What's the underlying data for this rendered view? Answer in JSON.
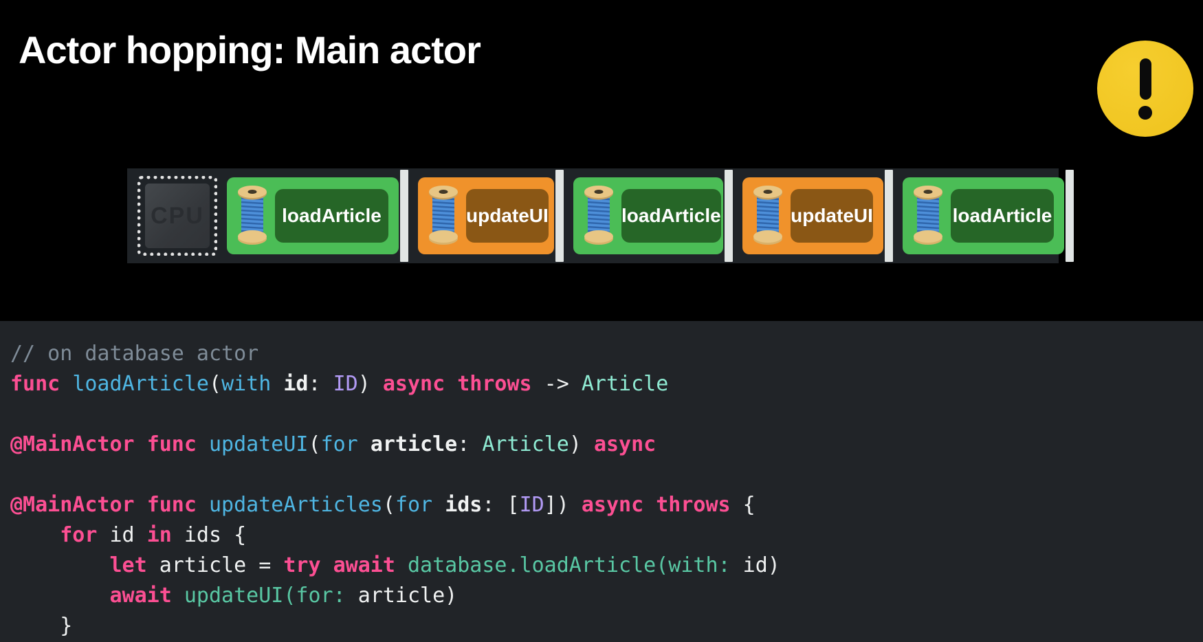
{
  "title": "Actor hopping: Main actor",
  "warning_icon": {
    "name": "exclamation-badge",
    "color": "#EFC31D"
  },
  "timeline": {
    "cpu_label": "CPU",
    "blocks": [
      {
        "label": "loadArticle",
        "variant": "green"
      },
      {
        "label": "updateUI",
        "variant": "orange"
      },
      {
        "label": "loadArticle",
        "variant": "green"
      },
      {
        "label": "updateUI",
        "variant": "orange"
      },
      {
        "label": "loadArticle",
        "variant": "green"
      }
    ],
    "colors": {
      "block_green": "#4BBD56",
      "pill_green": "#266627",
      "block_orange": "#F0922B",
      "pill_orange": "#8A5715",
      "divider": "#E1E5E4",
      "track_bg": "#1F2327",
      "accent_yellow": "#EFC31D"
    }
  },
  "code": {
    "colors": {
      "code_bg": "#212428",
      "keyword": "#FC4F93",
      "comment": "#7F8C98",
      "declaration": "#4FB6E3",
      "call": "#59C8A4",
      "type_purple": "#B29AF5",
      "type_mint": "#8FEBD3",
      "plain": "#F0F2F2"
    },
    "lines": [
      [
        {
          "t": "// on database actor",
          "c": "comment"
        }
      ],
      [
        {
          "t": "func",
          "c": "kw"
        },
        {
          "t": " ",
          "c": "plain"
        },
        {
          "t": "loadArticle",
          "c": "decl"
        },
        {
          "t": "(",
          "c": "plain"
        },
        {
          "t": "with",
          "c": "decl"
        },
        {
          "t": " ",
          "c": "plain"
        },
        {
          "t": "id",
          "c": "bold"
        },
        {
          "t": ": ",
          "c": "plain"
        },
        {
          "t": "ID",
          "c": "ptype"
        },
        {
          "t": ") ",
          "c": "plain"
        },
        {
          "t": "async",
          "c": "kw"
        },
        {
          "t": " ",
          "c": "plain"
        },
        {
          "t": "throws",
          "c": "kw"
        },
        {
          "t": " -> ",
          "c": "plain"
        },
        {
          "t": "Article",
          "c": "mtype"
        }
      ],
      [],
      [
        {
          "t": "@MainActor",
          "c": "kw"
        },
        {
          "t": " ",
          "c": "plain"
        },
        {
          "t": "func",
          "c": "kw"
        },
        {
          "t": " ",
          "c": "plain"
        },
        {
          "t": "updateUI",
          "c": "decl"
        },
        {
          "t": "(",
          "c": "plain"
        },
        {
          "t": "for",
          "c": "decl"
        },
        {
          "t": " ",
          "c": "plain"
        },
        {
          "t": "article",
          "c": "bold"
        },
        {
          "t": ": ",
          "c": "plain"
        },
        {
          "t": "Article",
          "c": "mtype"
        },
        {
          "t": ") ",
          "c": "plain"
        },
        {
          "t": "async",
          "c": "kw"
        }
      ],
      [],
      [
        {
          "t": "@MainActor",
          "c": "kw"
        },
        {
          "t": " ",
          "c": "plain"
        },
        {
          "t": "func",
          "c": "kw"
        },
        {
          "t": " ",
          "c": "plain"
        },
        {
          "t": "updateArticles",
          "c": "decl"
        },
        {
          "t": "(",
          "c": "plain"
        },
        {
          "t": "for",
          "c": "decl"
        },
        {
          "t": " ",
          "c": "plain"
        },
        {
          "t": "ids",
          "c": "bold"
        },
        {
          "t": ": [",
          "c": "plain"
        },
        {
          "t": "ID",
          "c": "ptype"
        },
        {
          "t": "]) ",
          "c": "plain"
        },
        {
          "t": "async",
          "c": "kw"
        },
        {
          "t": " ",
          "c": "plain"
        },
        {
          "t": "throws",
          "c": "kw"
        },
        {
          "t": " {",
          "c": "plain"
        }
      ],
      [
        {
          "t": "    ",
          "c": "plain"
        },
        {
          "t": "for",
          "c": "kw"
        },
        {
          "t": " id ",
          "c": "plain"
        },
        {
          "t": "in",
          "c": "kw"
        },
        {
          "t": " ids {",
          "c": "plain"
        }
      ],
      [
        {
          "t": "        ",
          "c": "plain"
        },
        {
          "t": "let",
          "c": "kw"
        },
        {
          "t": " article = ",
          "c": "plain"
        },
        {
          "t": "try",
          "c": "kw"
        },
        {
          "t": " ",
          "c": "plain"
        },
        {
          "t": "await",
          "c": "kw"
        },
        {
          "t": " ",
          "c": "plain"
        },
        {
          "t": "database.loadArticle(with:",
          "c": "call"
        },
        {
          "t": " id)",
          "c": "plain"
        }
      ],
      [
        {
          "t": "        ",
          "c": "plain"
        },
        {
          "t": "await",
          "c": "kw"
        },
        {
          "t": " ",
          "c": "plain"
        },
        {
          "t": "updateUI(for:",
          "c": "call"
        },
        {
          "t": " article)",
          "c": "plain"
        }
      ],
      [
        {
          "t": "    }",
          "c": "plain"
        }
      ]
    ]
  }
}
